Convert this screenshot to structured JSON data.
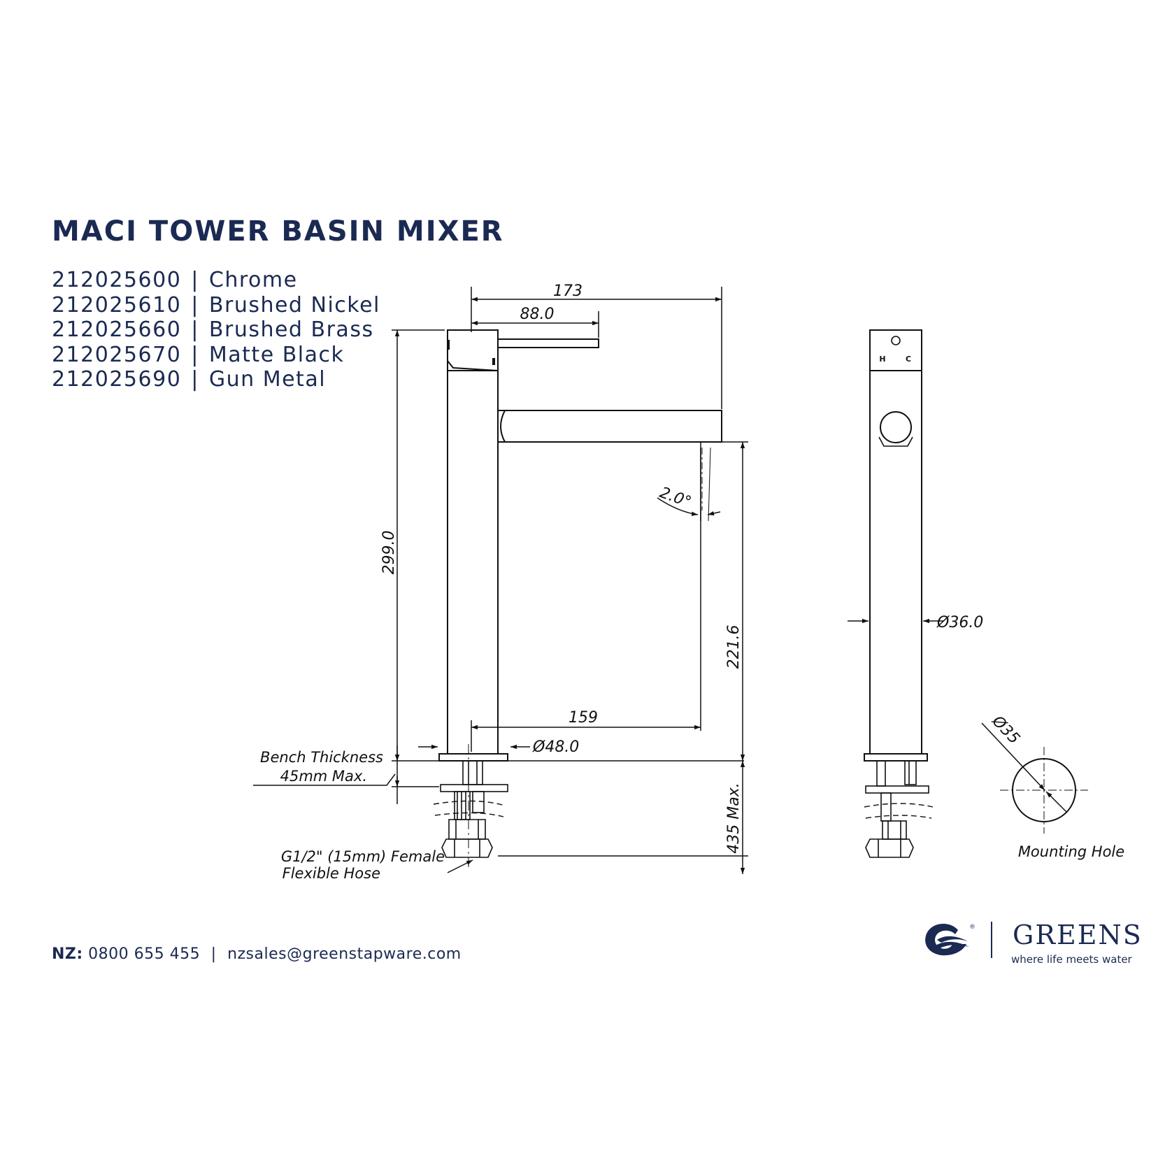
{
  "title": "MACI TOWER BASIN MIXER",
  "codes": [
    {
      "code": "212025600",
      "sep": "|",
      "finish": "Chrome"
    },
    {
      "code": "212025610",
      "sep": "|",
      "finish": "Brushed Nickel"
    },
    {
      "code": "212025660",
      "sep": "|",
      "finish": "Brushed Brass"
    },
    {
      "code": "212025670",
      "sep": "|",
      "finish": "Matte Black"
    },
    {
      "code": "212025690",
      "sep": "|",
      "finish": "Gun Metal"
    }
  ],
  "dimensions": {
    "overall_reach": "173",
    "handle_reach": "88.0",
    "height": "299.0",
    "spout_clearance": "221.6",
    "spout_angle": "2.0°",
    "spout_projection": "159",
    "base_diameter": "Ø48.0",
    "body_diameter": "Ø36.0",
    "hole_diameter": "Ø35",
    "hose_length": "435 Max."
  },
  "side_view": {
    "hot_label": "H",
    "cold_label": "C"
  },
  "notes": {
    "bench_line1": "Bench Thickness",
    "bench_line2": "45mm Max.",
    "hose_line1": "G1/2\" (15mm) Female",
    "hose_line2": "Flexible Hose",
    "mounting_hole": "Mounting Hole"
  },
  "contact": {
    "label": "NZ:",
    "phone": "0800 655 455",
    "sep": "|",
    "email": "nzsales@greenstapware.com"
  },
  "brand": {
    "name": "GREENS",
    "tagline": "where life meets water",
    "registered": "®"
  },
  "colors": {
    "navy": "#1b2a52",
    "line": "#111111"
  }
}
